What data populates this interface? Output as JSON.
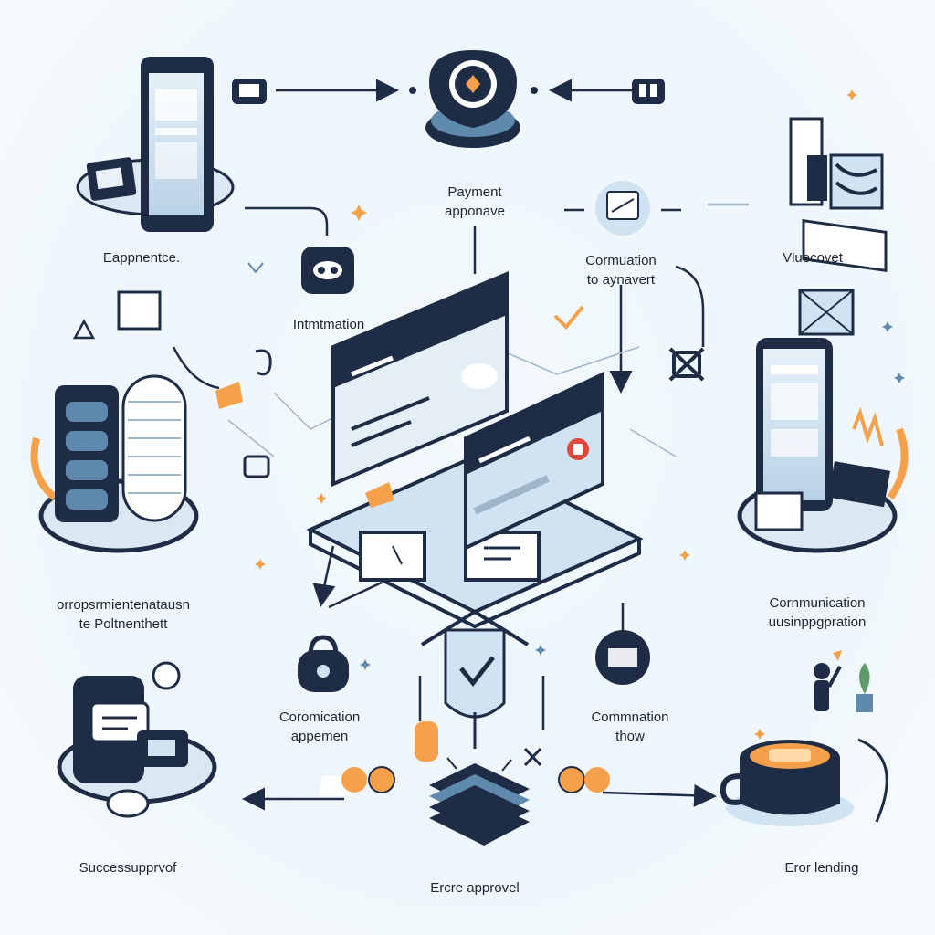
{
  "labels": {
    "experience": "Eappnentce.",
    "payment_approval": [
      "Payment",
      "apponave"
    ],
    "confirmation_top": [
      "Cormuation",
      "to aynavert"
    ],
    "mobile_top_right": "Vluecovet",
    "information": "Intmtmation",
    "left_mid": [
      "orropsrmientenatausn",
      "te Poltnenthett"
    ],
    "right_mid": [
      "Cornmunication",
      "uusinppgpration"
    ],
    "bottom_left_center": [
      "Coromication",
      "appemen"
    ],
    "bottom_right_center": [
      "Commnation",
      "thow"
    ],
    "success": "Successupprvof",
    "error_approval": "Ercre approvel",
    "error_lending": "Eror lending"
  },
  "colors": {
    "navy": "#1e2d45",
    "steel": "#5f89ad",
    "light_blue": "#cfe3f2",
    "accent_orange": "#f5a04a",
    "background": "#f2f8fc"
  },
  "icons": [
    "smartphone-icon",
    "shield-hub-icon",
    "card-reader-icon",
    "chat-bubble-icon",
    "server-stack-icon",
    "browser-window-icon",
    "payment-card-icon",
    "lock-icon",
    "support-chat-icon",
    "shield-check-icon",
    "processor-chip-icon",
    "coffee-cup-icon",
    "person-icon",
    "plant-icon"
  ]
}
